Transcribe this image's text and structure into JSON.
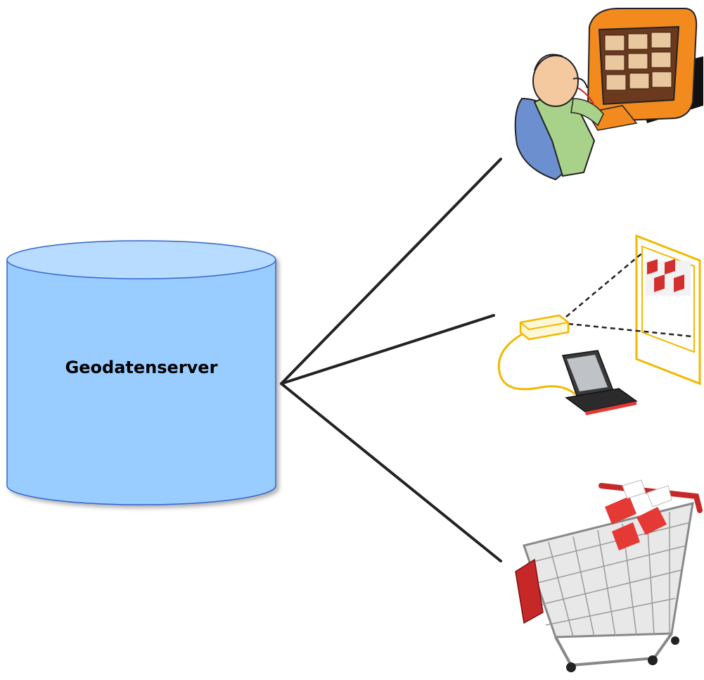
{
  "server": {
    "label": "Geodatenserver",
    "fill": "#99CCFF",
    "top_fill": "#B8DCFF",
    "stroke": "#3366CC"
  },
  "clients": [
    {
      "name": "user-at-monitor",
      "icon": "person-at-computer-illustration"
    },
    {
      "name": "laptop-projector",
      "icon": "laptop-with-projector-illustration"
    },
    {
      "name": "shopping-cart",
      "icon": "shopping-cart-illustration"
    }
  ],
  "connector_color": "#222222"
}
